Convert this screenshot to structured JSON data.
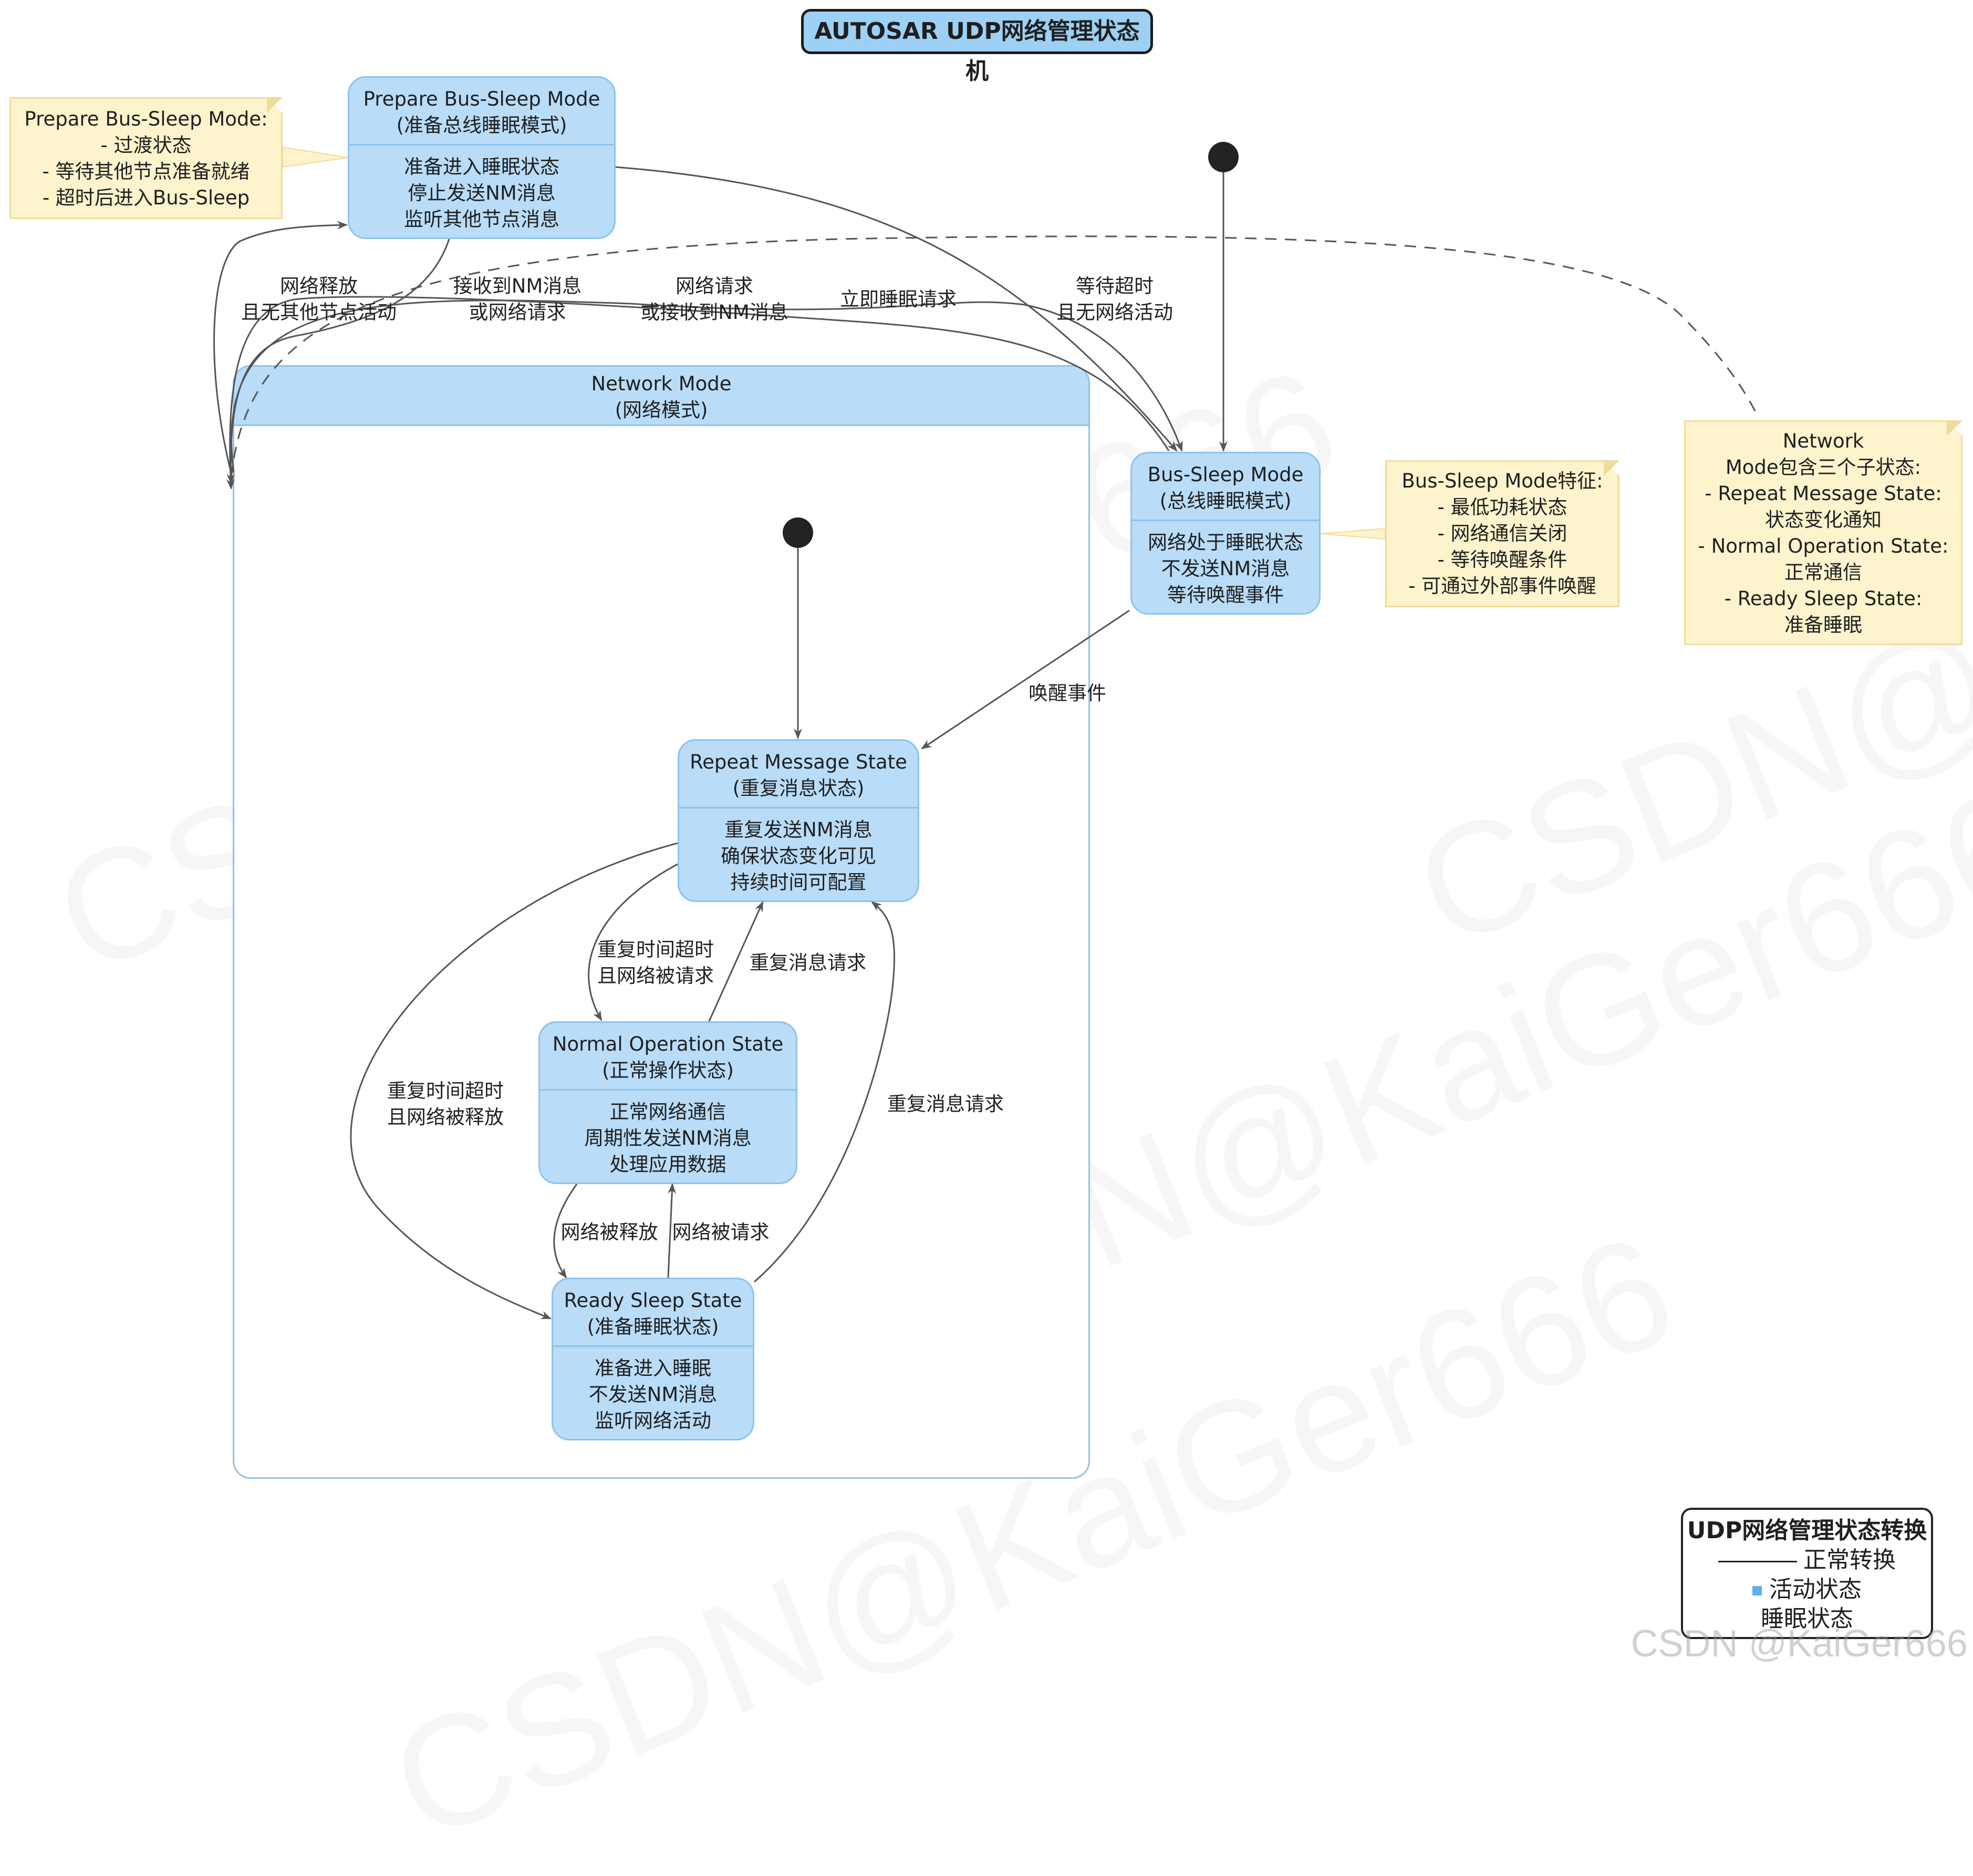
{
  "title": "AUTOSAR UDP网络管理状态机",
  "states": {
    "prepare": {
      "title": [
        "Prepare Bus-Sleep Mode",
        "(准备总线睡眠模式)"
      ],
      "body": [
        "准备进入睡眠状态",
        "停止发送NM消息",
        "监听其他节点消息"
      ]
    },
    "bus_sleep": {
      "title": [
        "Bus-Sleep Mode",
        "(总线睡眠模式)"
      ],
      "body": [
        "网络处于睡眠状态",
        "不发送NM消息",
        "等待唤醒事件"
      ]
    },
    "network_mode": {
      "title": [
        "Network Mode",
        "(网络模式)"
      ]
    },
    "repeat": {
      "title": [
        "Repeat Message State",
        "(重复消息状态)"
      ],
      "body": [
        "重复发送NM消息",
        "确保状态变化可见",
        "持续时间可配置"
      ]
    },
    "normal": {
      "title": [
        "Normal Operation State",
        "(正常操作状态)"
      ],
      "body": [
        "正常网络通信",
        "周期性发送NM消息",
        "处理应用数据"
      ]
    },
    "ready": {
      "title": [
        "Ready Sleep State",
        "(准备睡眠状态)"
      ],
      "body": [
        "准备进入睡眠",
        "不发送NM消息",
        "监听网络活动"
      ]
    }
  },
  "notes": {
    "prepare_note": [
      "Prepare Bus-Sleep Mode:",
      "- 过渡状态",
      "- 等待其他节点准备就绪",
      "- 超时后进入Bus-Sleep"
    ],
    "bus_sleep_note": [
      "Bus-Sleep Mode特征:",
      "- 最低功耗状态",
      "- 网络通信关闭",
      "- 等待唤醒条件",
      "- 可通过外部事件唤醒"
    ],
    "network_note": [
      "Network",
      "Mode包含三个子状态:",
      "- Repeat Message State:",
      "状态变化通知",
      "- Normal Operation State:",
      "正常通信",
      "- Ready Sleep State:",
      "准备睡眠"
    ]
  },
  "transitions": {
    "net_release": [
      "网络释放",
      "且无其他节点活动"
    ],
    "recv_nm": [
      "接收到NM消息",
      "或网络请求"
    ],
    "net_request_top": [
      "网络请求",
      "或接收到NM消息"
    ],
    "immediate_sleep": [
      "立即睡眠请求"
    ],
    "wait_timeout": [
      "等待超时",
      "且无网络活动"
    ],
    "wakeup": [
      "唤醒事件"
    ],
    "repeat_timeout_requested": [
      "重复时间超时",
      "且网络被请求"
    ],
    "repeat_request_1": [
      "重复消息请求"
    ],
    "repeat_timeout_released": [
      "重复时间超时",
      "且网络被释放"
    ],
    "repeat_request_2": [
      "重复消息请求"
    ],
    "net_released": [
      "网络被释放"
    ],
    "net_requested": [
      "网络被请求"
    ]
  },
  "legend": {
    "title": "UDP网络管理状态转换",
    "normal_transition": "正常转换",
    "active_state": "活动状态",
    "sleep_state": "睡眠状态"
  },
  "watermark": "CSDN@KaiGer666",
  "footer": "CSDN @KaiGer666",
  "colors": {
    "state_fill": "#b9dcf8",
    "state_border": "#8cc3ec",
    "note_fill": "#fdf3cc",
    "title_fill": "#9cd0f5",
    "arrow": "#555555",
    "legend_square": "#5fb0ee"
  }
}
